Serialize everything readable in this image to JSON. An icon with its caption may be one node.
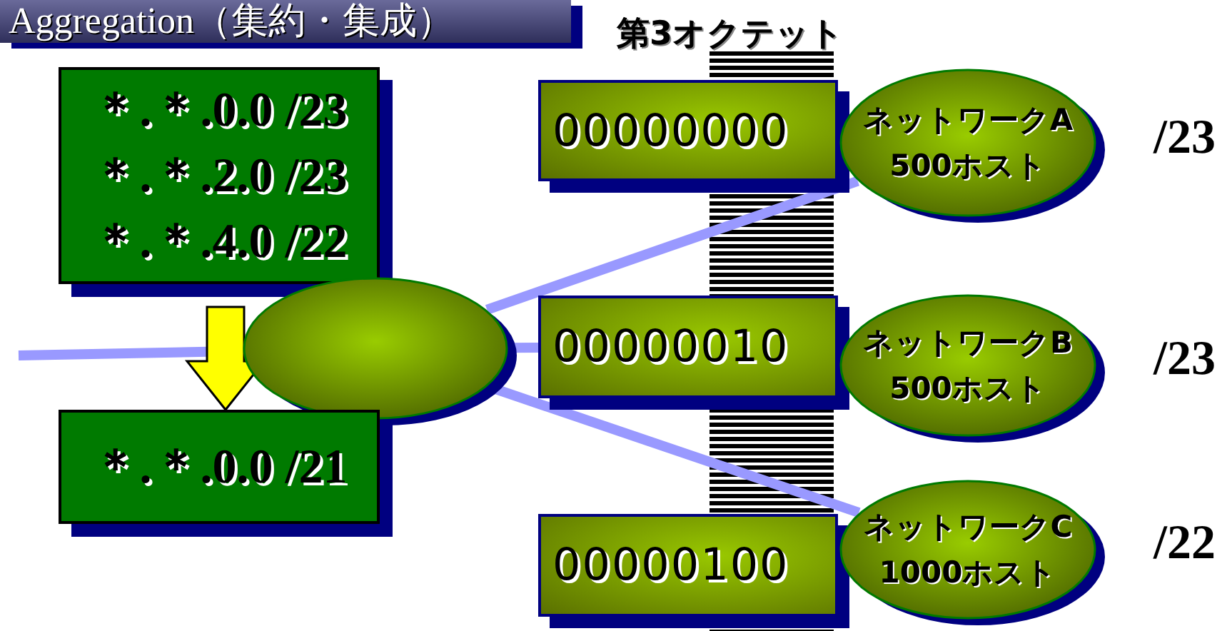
{
  "diagram": {
    "title": "Aggregation（集約・集成）",
    "nodes": [
      {
        "text": [
          "＊.＊.0.0 /23",
          "＊.＊.2.0 /23",
          "＊.＊.4.0 /22"
        ]
      },
      {
        "text": [],
        "shape": "ellipse"
      },
      {
        "text": [
          "＊.＊.0.0 /21"
        ]
      },
      {
        "text": [
          "00000000"
        ]
      },
      {
        "text": [
          "00000010"
        ]
      },
      {
        "text": [
          "00000100"
        ]
      },
      {
        "text": [
          "ネットワークA 500ホスト"
        ],
        "beside": [
          "/23"
        ]
      },
      {
        "text": [
          "ネットワークB 500ホスト"
        ],
        "beside": [
          "/23"
        ]
      },
      {
        "text": [
          "ネットワークC 1000ホスト"
        ],
        "beside": [
          "/22"
        ]
      }
    ],
    "edges": [
      {
        "from": null,
        "to": 1,
        "arrow": "none"
      },
      {
        "from": 1,
        "to": 6,
        "arrow": "none"
      },
      {
        "from": 1,
        "to": 4,
        "arrow": "none"
      },
      {
        "from": 1,
        "to": 8,
        "arrow": "none"
      },
      {
        "from": 0,
        "to": 2,
        "arrow": "to",
        "style": "thick",
        "color": "#ffff00"
      }
    ],
    "labels": [
      "第3オクテット"
    ]
  }
}
